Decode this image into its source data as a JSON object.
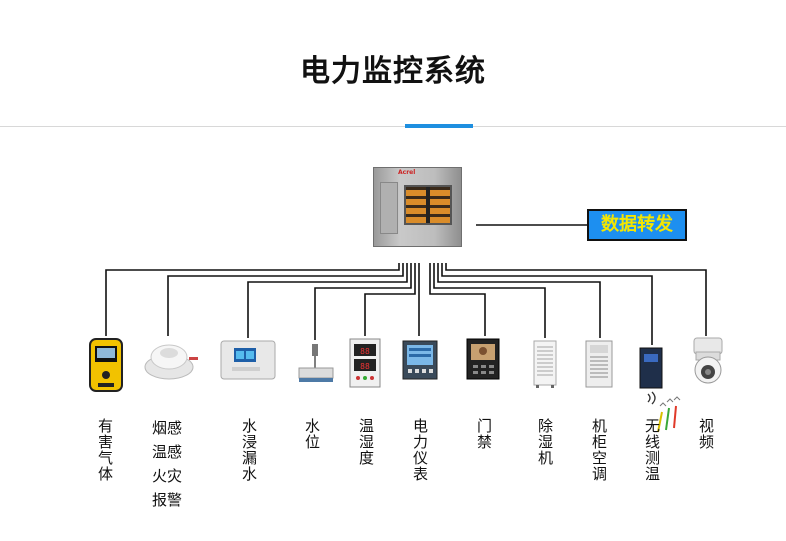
{
  "title": "电力监控系统",
  "controller": {
    "logo": "Acrel"
  },
  "forward_label": "数据转发",
  "colors": {
    "accent": "#1e8fe0",
    "forward_bg": "#1d8ff0",
    "forward_text": "#f4e600",
    "line": "#111111"
  },
  "devices": [
    {
      "id": "gas",
      "label": "有害气体",
      "icon": "gas-detector-icon"
    },
    {
      "id": "smoke",
      "label_lines": [
        "烟感",
        "温感",
        "火灾",
        "报警"
      ],
      "icon": "smoke-detector-icon"
    },
    {
      "id": "water-leak",
      "label": "水浸漏水",
      "icon": "water-leak-sensor-icon"
    },
    {
      "id": "water-level",
      "label": "水位",
      "icon": "water-level-sensor-icon"
    },
    {
      "id": "temp-humidity",
      "label": "温湿度",
      "icon": "temperature-humidity-controller-icon"
    },
    {
      "id": "power-meter",
      "label": "电力仪表",
      "icon": "power-meter-icon"
    },
    {
      "id": "access",
      "label": "门禁",
      "icon": "access-control-icon"
    },
    {
      "id": "dehumidifier",
      "label": "除湿机",
      "icon": "dehumidifier-icon"
    },
    {
      "id": "cabinet-ac",
      "label": "机柜空调",
      "icon": "cabinet-air-conditioner-icon"
    },
    {
      "id": "wireless-temp",
      "label": "无线测温",
      "icon": "wireless-temperature-sensor-icon"
    },
    {
      "id": "video",
      "label": "视频",
      "icon": "dome-camera-icon"
    }
  ]
}
